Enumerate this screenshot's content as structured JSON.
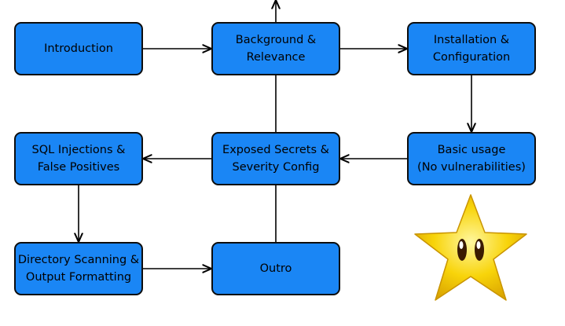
{
  "nodes": [
    {
      "id": "introduction",
      "lines": [
        "Introduction"
      ]
    },
    {
      "id": "background",
      "lines": [
        "Background &",
        "Relevance"
      ]
    },
    {
      "id": "installation",
      "lines": [
        "Installation &",
        "Configuration"
      ]
    },
    {
      "id": "basic-usage",
      "lines": [
        "Basic usage",
        "(No vulnerabilities)"
      ]
    },
    {
      "id": "exposed-secrets",
      "lines": [
        "Exposed Secrets &",
        "Severity Config"
      ]
    },
    {
      "id": "sql-injections",
      "lines": [
        "SQL Injections &",
        "False Positives"
      ]
    },
    {
      "id": "directory-scanning",
      "lines": [
        "Directory Scanning &",
        "Output Formatting"
      ]
    },
    {
      "id": "outro",
      "lines": [
        "Outro"
      ]
    }
  ],
  "edges": [
    [
      "introduction",
      "background"
    ],
    [
      "background",
      "installation"
    ],
    [
      "installation",
      "basic-usage"
    ],
    [
      "basic-usage",
      "exposed-secrets"
    ],
    [
      "exposed-secrets",
      "sql-injections"
    ],
    [
      "sql-injections",
      "directory-scanning"
    ],
    [
      "directory-scanning",
      "outro"
    ],
    [
      "outro",
      "star"
    ]
  ],
  "colors": {
    "node_fill": "#1a86f5",
    "node_border": "#0d0d0d",
    "arrow": "#000000",
    "star": "#f8d40a"
  },
  "icons": {
    "end": "star-icon"
  }
}
